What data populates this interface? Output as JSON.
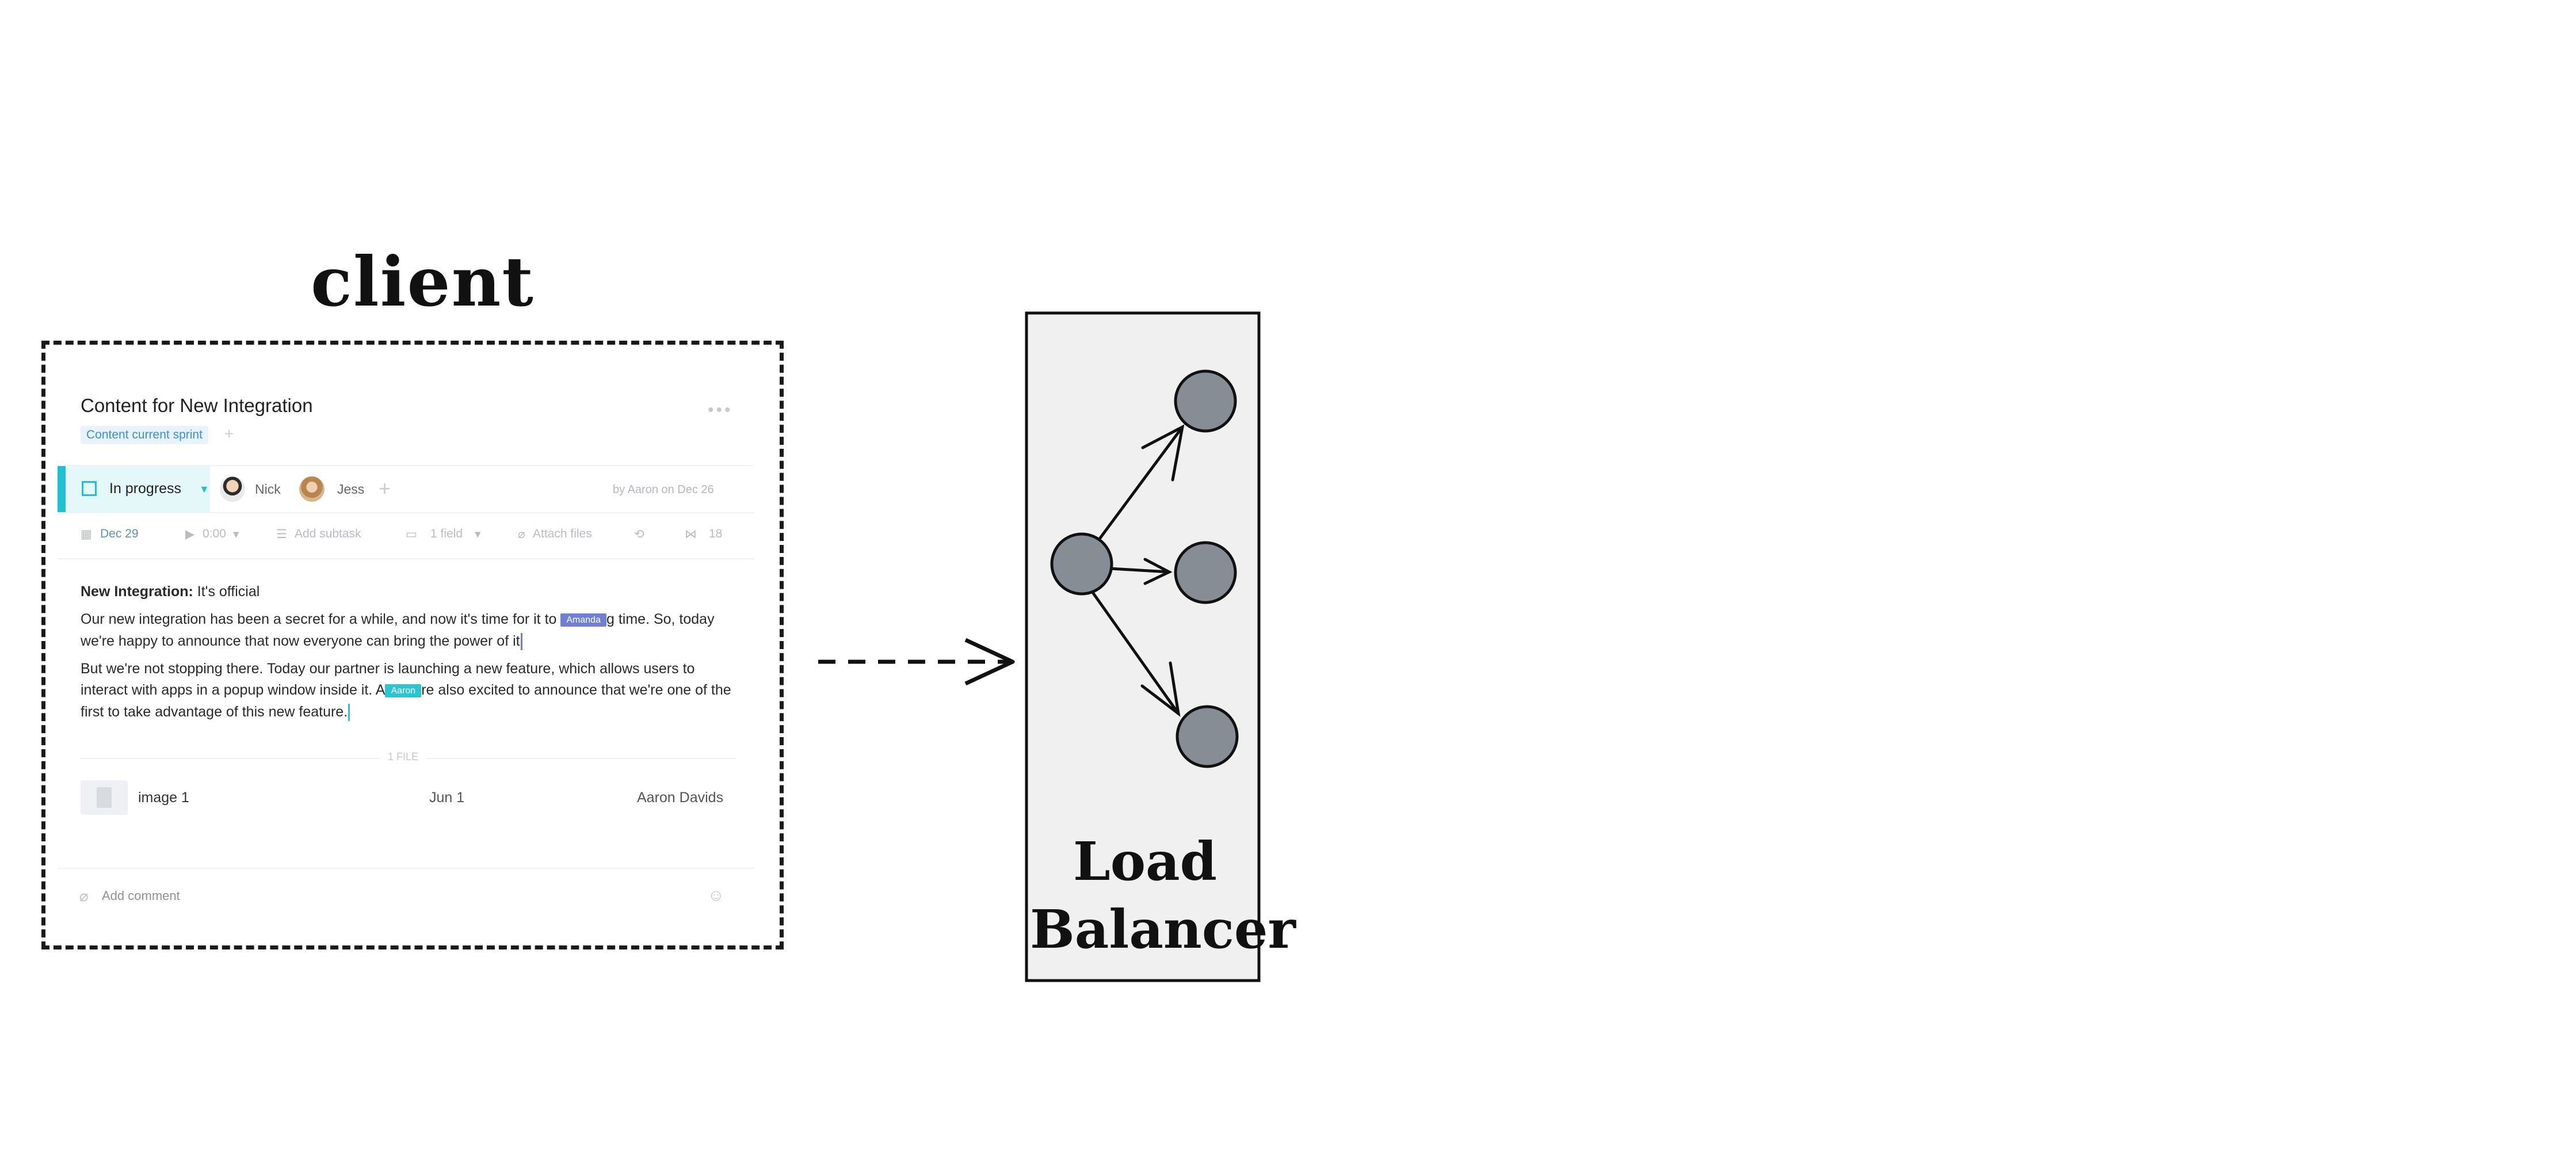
{
  "client": {
    "title": "client"
  },
  "task": {
    "title": "Content for New Integration",
    "tag": "Content current sprint",
    "status": "In progress",
    "assignees": [
      {
        "name": "Nick"
      },
      {
        "name": "Jess"
      }
    ],
    "byline": "by Aaron on Dec 26",
    "meta": {
      "due_date": "Dec 29",
      "timer": "0:00",
      "subtask": "Add subtask",
      "field": "1 field",
      "attach": "Attach files",
      "share_count": "18"
    },
    "description": {
      "heading_bold": "New Integration:",
      "heading_rest": " It's official",
      "p1_a": "Our new integration has been a secret for a while, and now it's time for it to ",
      "p1_b": "g time. So, today we're happy to announce that now everyone can bring the power of it",
      "p2_a": "But we're not stopping there. Today our partner is launching a new feature, which allows users to interact with apps in a popup window inside  it. A",
      "p2_b": "re also excited to announce that we're one of the first to take advantage of this new feature."
    },
    "cursors": {
      "amanda": {
        "name": "Amanda",
        "color": "#6f7fd3"
      },
      "aaron": {
        "name": "Aaron",
        "color": "#2ec3d3"
      }
    },
    "files": {
      "label": "1 FILE",
      "items": [
        {
          "name": "image 1",
          "date": "Jun 1",
          "owner": "Aaron Davids"
        }
      ]
    },
    "comment_placeholder": "Add comment",
    "colors": {
      "status_accent": "#1fc0d2",
      "tag_text": "#3a8fd6"
    }
  },
  "load_balancer": {
    "label_line1": "Load",
    "label_line2": "Balancer",
    "fill_color": "#f0f0f0",
    "node_color": "#878d94"
  },
  "icons": [
    "more-icon",
    "add-icon",
    "checkbox-icon",
    "caret-down-icon",
    "calendar-icon",
    "play-icon",
    "subtask-icon",
    "field-icon",
    "paperclip-icon",
    "dependency-icon",
    "share-icon",
    "file-icon",
    "emoji-icon"
  ]
}
